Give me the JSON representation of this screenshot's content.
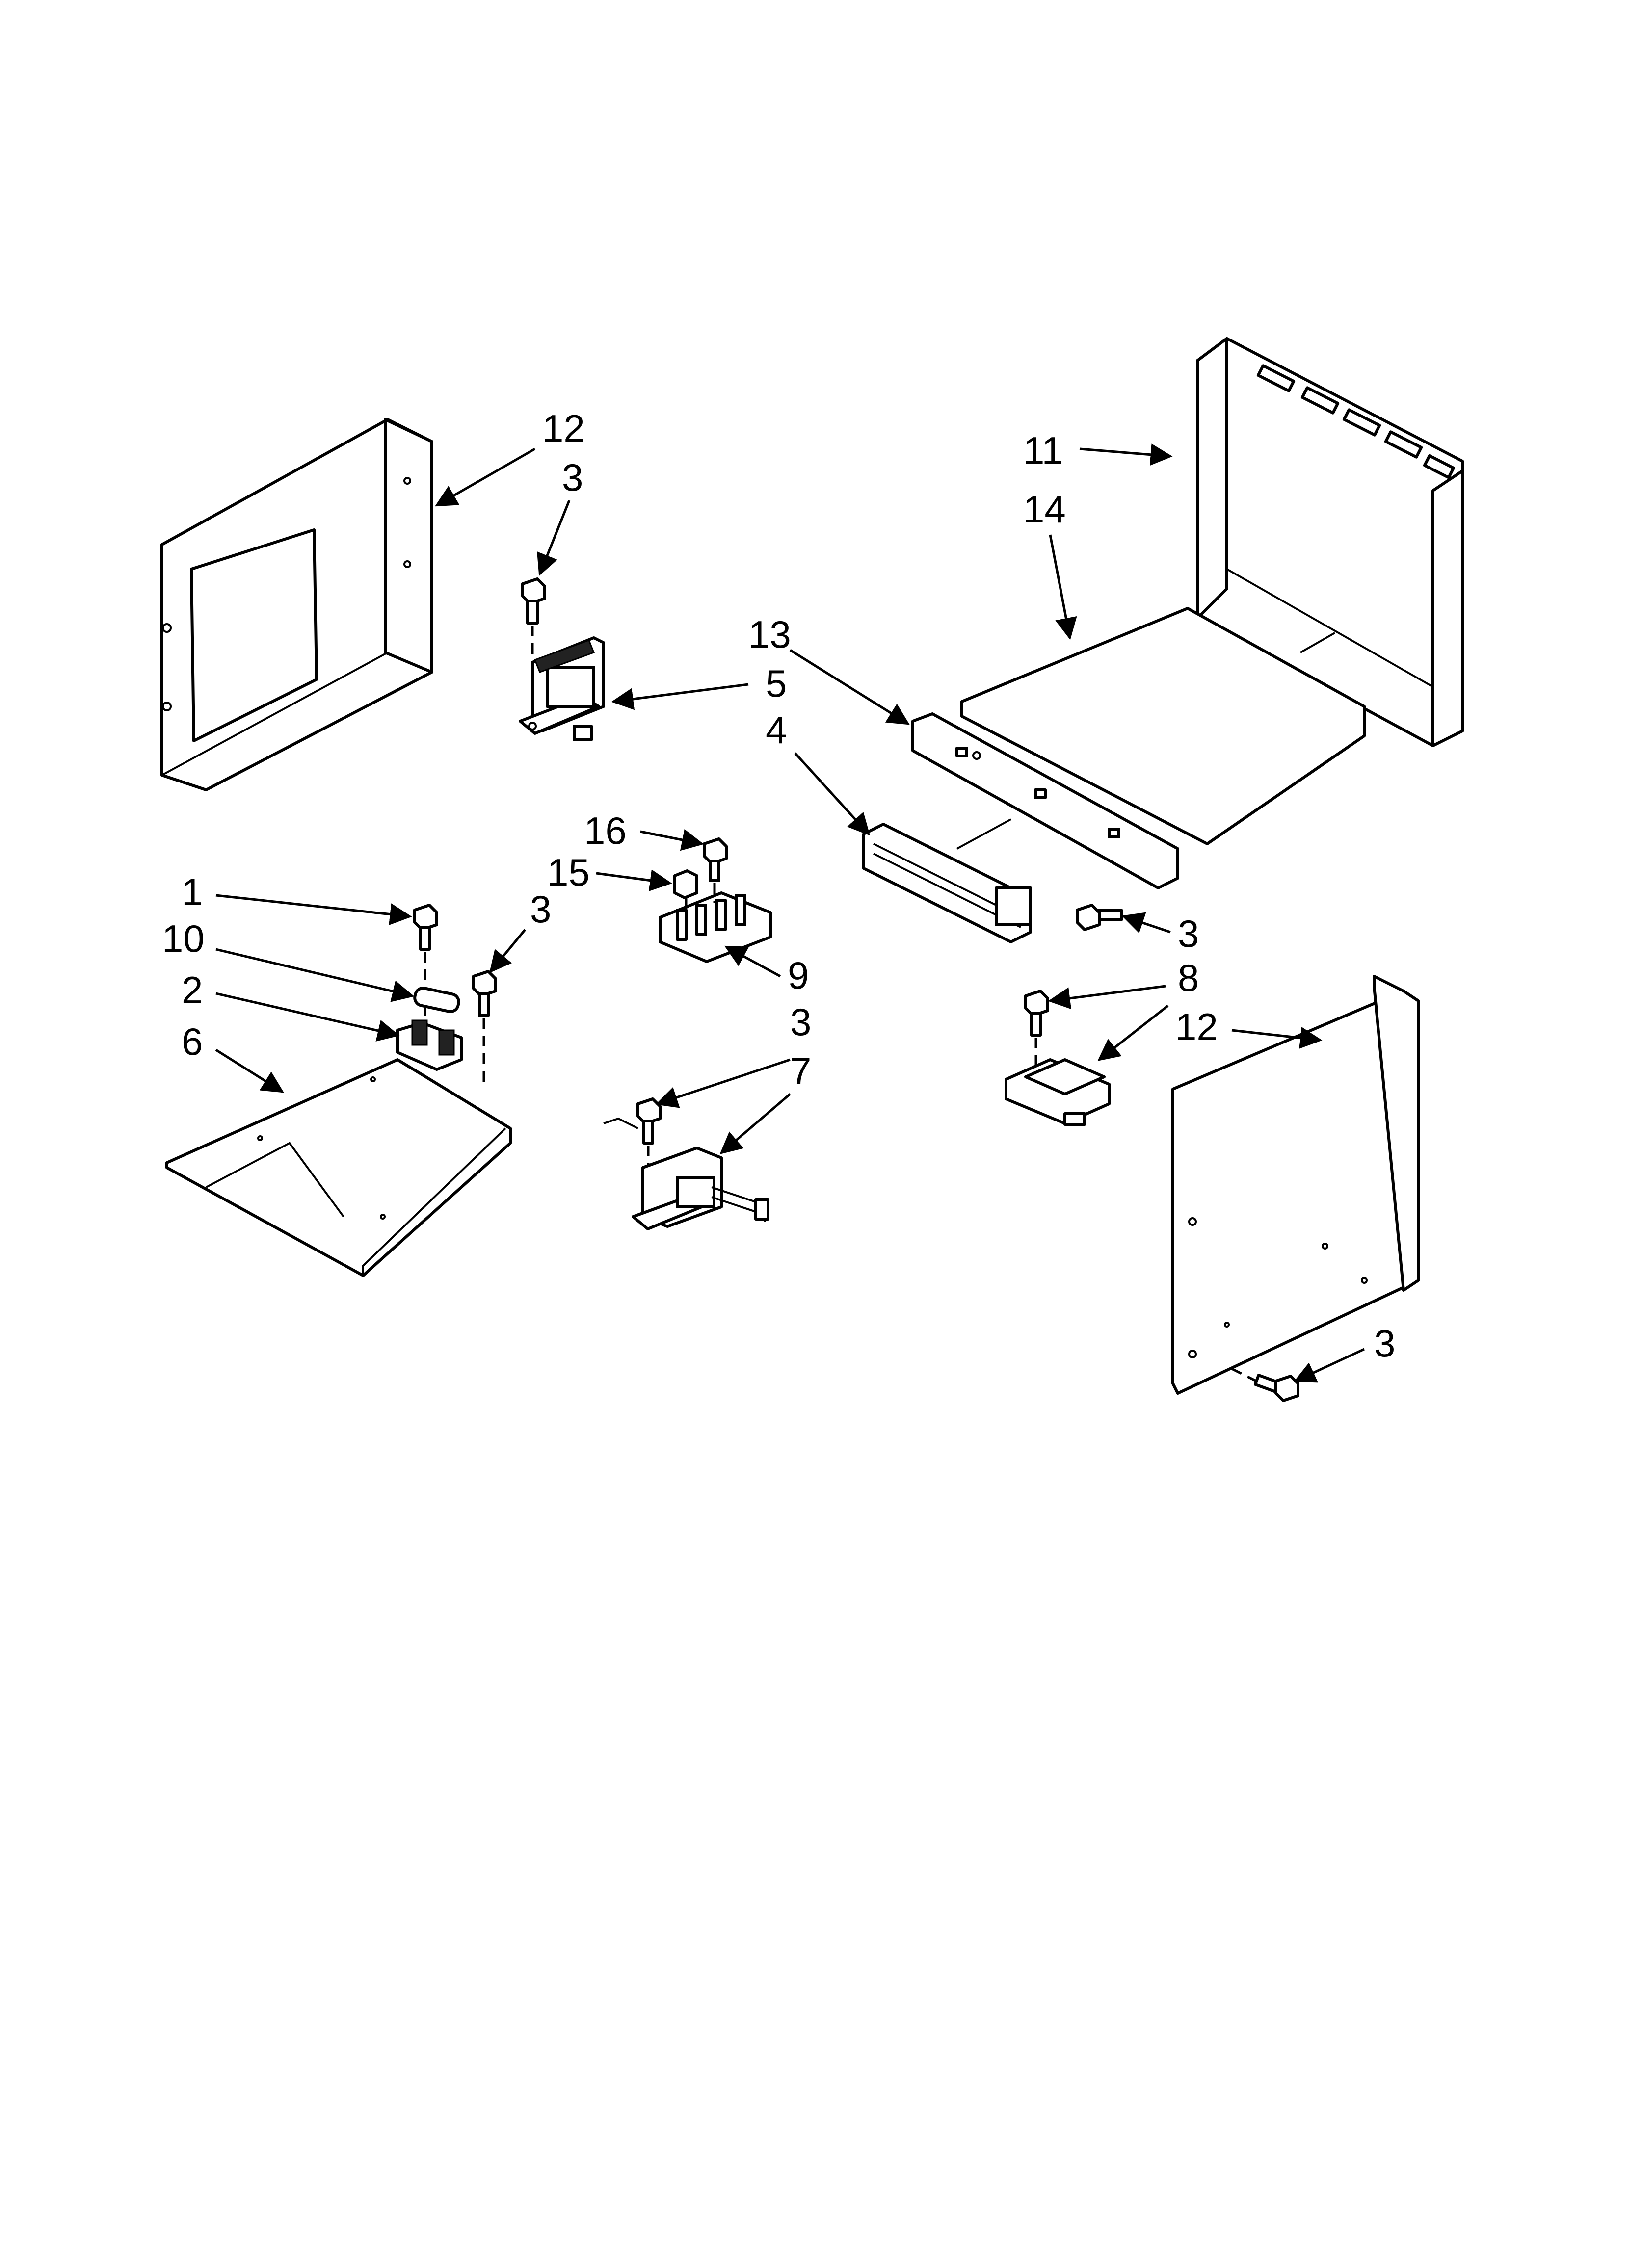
{
  "diagram": {
    "callouts": [
      {
        "id": "c12a",
        "label": "12"
      },
      {
        "id": "c3a",
        "label": "3"
      },
      {
        "id": "c11",
        "label": "11"
      },
      {
        "id": "c14",
        "label": "14"
      },
      {
        "id": "c13",
        "label": "13"
      },
      {
        "id": "c5",
        "label": "5"
      },
      {
        "id": "c4",
        "label": "4"
      },
      {
        "id": "c16",
        "label": "16"
      },
      {
        "id": "c15",
        "label": "15"
      },
      {
        "id": "c1",
        "label": "1"
      },
      {
        "id": "c3b",
        "label": "3"
      },
      {
        "id": "c10",
        "label": "10"
      },
      {
        "id": "c9",
        "label": "9"
      },
      {
        "id": "c3c",
        "label": "3"
      },
      {
        "id": "c2",
        "label": "2"
      },
      {
        "id": "c8",
        "label": "8"
      },
      {
        "id": "c6",
        "label": "6"
      },
      {
        "id": "c3d",
        "label": "3"
      },
      {
        "id": "c12b",
        "label": "12"
      },
      {
        "id": "c7",
        "label": "7"
      },
      {
        "id": "c3e",
        "label": "3"
      }
    ]
  }
}
